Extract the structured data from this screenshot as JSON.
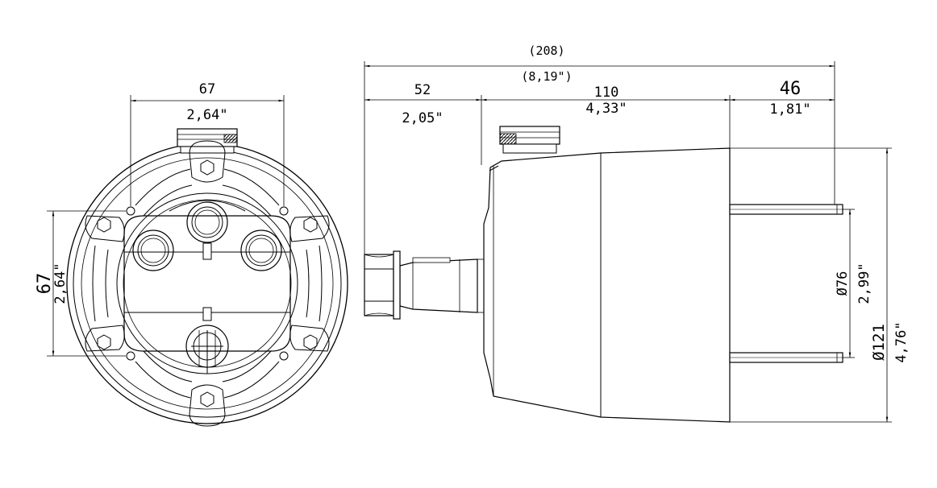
{
  "front_view": {
    "width_mm": "67",
    "width_in": "2,64\"",
    "height_mm": "67",
    "height_in": "2,64\""
  },
  "side_view": {
    "overall_mm": "(208)",
    "overall_in": "(8,19\")",
    "seg1_mm": "52",
    "seg1_in": "2,05\"",
    "seg2_mm": "110",
    "seg2_in": "4,33\"",
    "seg3_mm": "46",
    "seg3_in": "1,81\"",
    "inner_dia_mm": "Ø76",
    "inner_dia_in": "2,99\"",
    "outer_dia_mm": "Ø121",
    "outer_dia_in": "4,76\""
  }
}
